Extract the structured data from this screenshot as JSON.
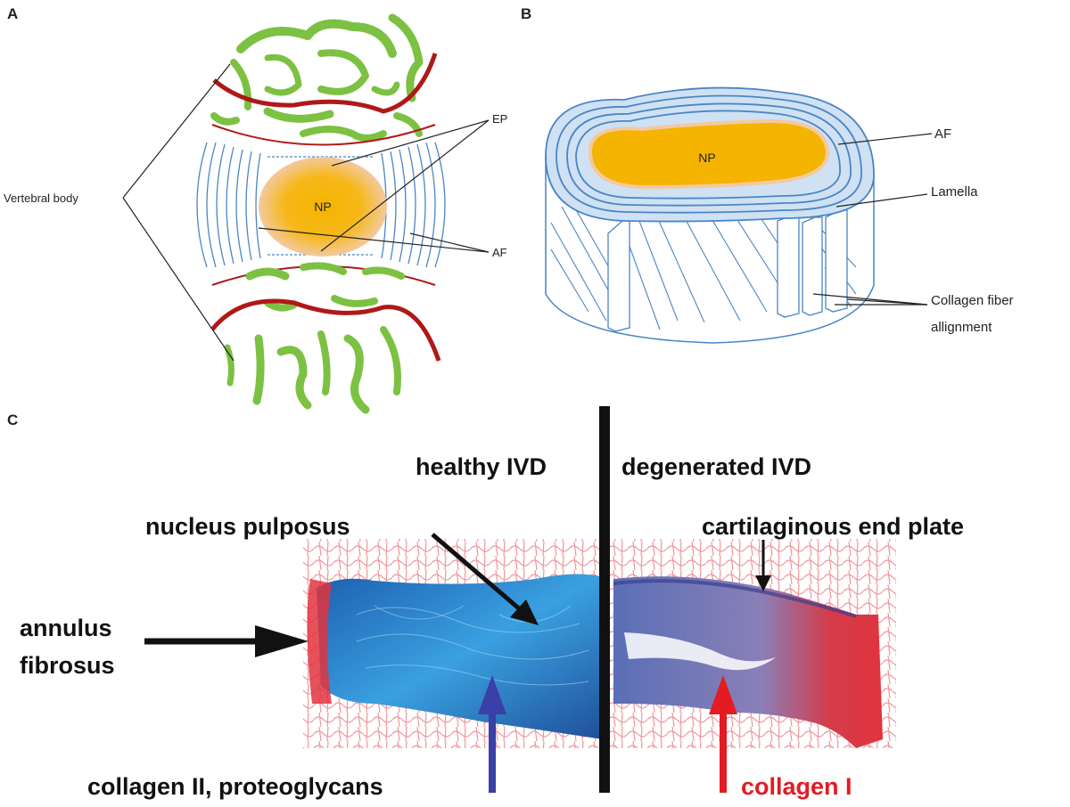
{
  "panels": {
    "a": {
      "letter": "A",
      "labels": {
        "vertebral_body": "Vertebral body",
        "ep": "EP",
        "np": "NP",
        "af": "AF"
      }
    },
    "b": {
      "letter": "B",
      "labels": {
        "np": "NP",
        "af": "AF",
        "lamella": "Lamella",
        "collagen_line1": "Collagen fiber",
        "collagen_line2": "allignment"
      }
    },
    "c": {
      "letter": "C",
      "labels": {
        "healthy": "healthy IVD",
        "degenerated": "degenerated IVD",
        "nucleus": "nucleus pulposus",
        "end_plate": "cartilaginous end plate",
        "annulus_line1": "annulus",
        "annulus_line2": "fibrosus",
        "collagen_ii": "collagen II, proteoglycans",
        "collagen_i": "collagen I"
      }
    }
  },
  "colors": {
    "bone": "#7cc142",
    "endplate": "#b01818",
    "annulus": "#4a86c5",
    "nucleus": "#f5b400",
    "nucleus_halo": "#f3c9a0",
    "stain_blue": "#2f74c8",
    "stain_red": "#e0343f",
    "arrow_blue": "#3b3fa8",
    "arrow_red": "#e31b23"
  }
}
